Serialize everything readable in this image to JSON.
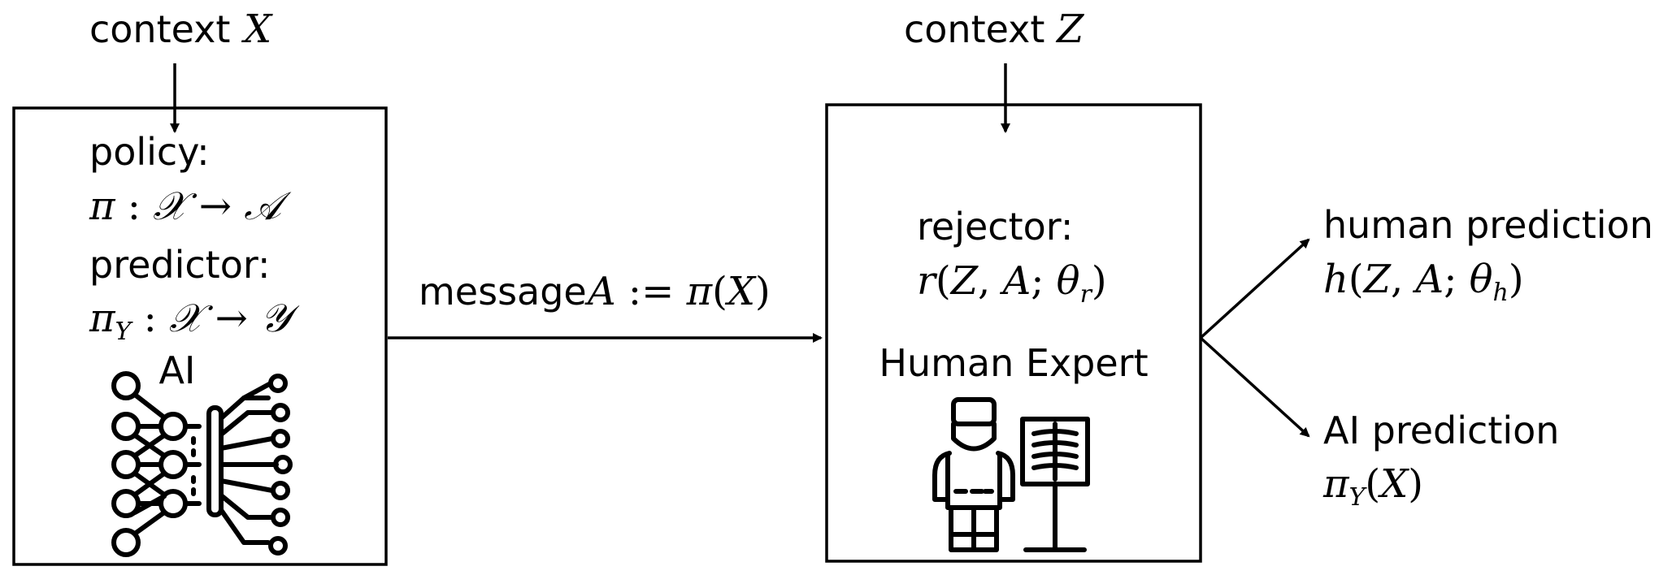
{
  "labels": {
    "context_x_word": "context",
    "context_x_var": "X",
    "context_z_word": "context",
    "context_z_var": "Z",
    "policy": "policy:",
    "predictor": "predictor:",
    "ai": "AI",
    "message_word": "message",
    "rejector": "rejector:",
    "human_expert": "Human Expert",
    "human_prediction": "human prediction",
    "ai_prediction": "AI prediction"
  },
  "formulas": {
    "policy_map": "π : 𝒳 → 𝒜",
    "predictor_map": "πY : 𝒳 → 𝒴",
    "message": "A := π(X)",
    "rejector": "r(Z, A; θr)",
    "human_pred": "h(Z, A; θh)",
    "ai_pred": "πY(X)"
  },
  "icons": {
    "ai": "neural-network-chip-icon",
    "human": "doctor-with-xray-icon"
  }
}
